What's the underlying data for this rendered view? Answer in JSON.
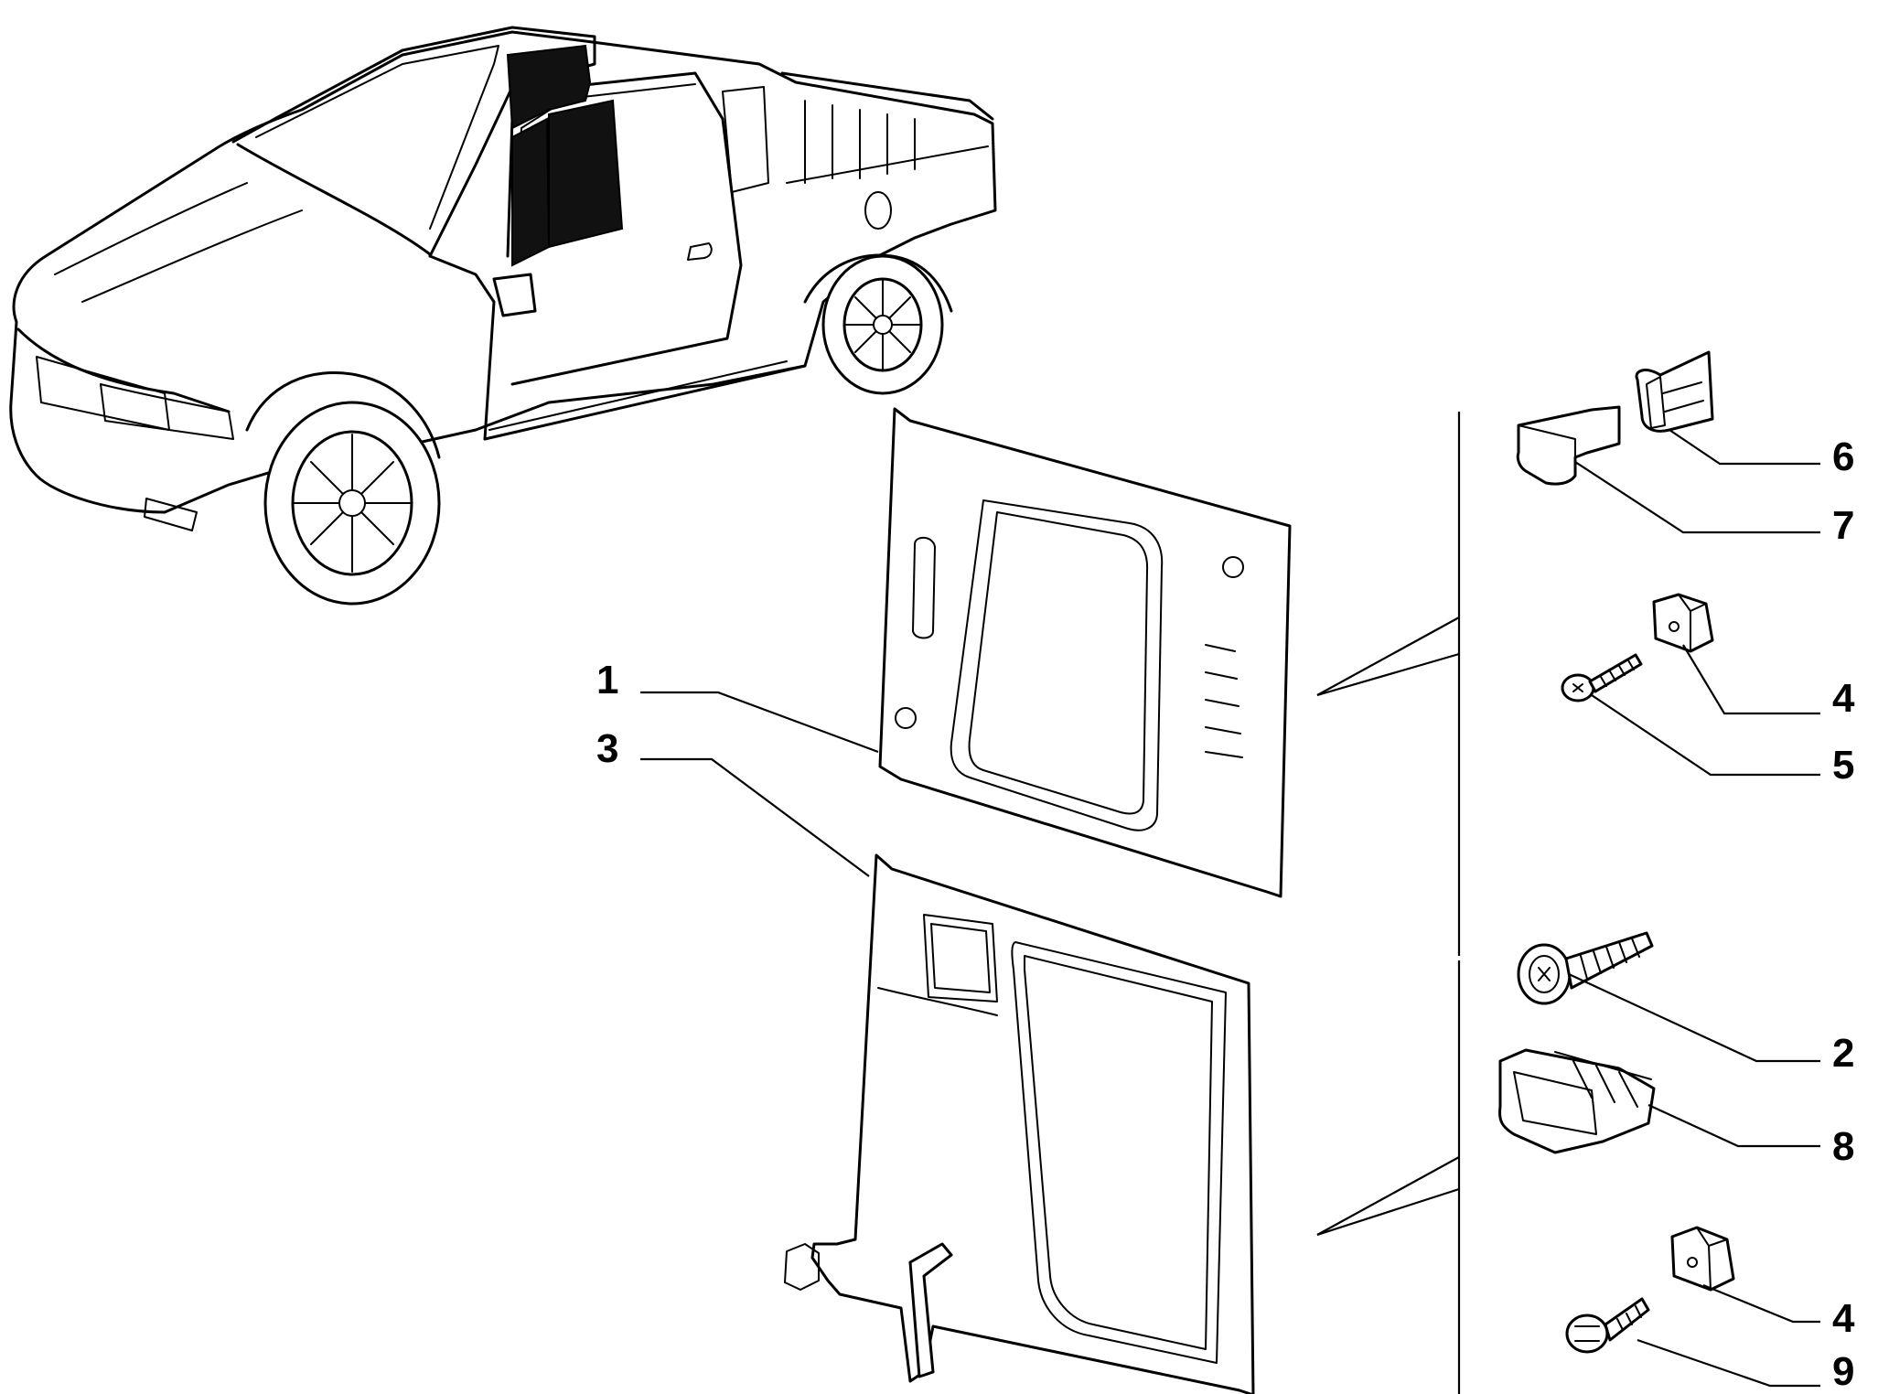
{
  "callouts": {
    "c1": "1",
    "c3": "3",
    "c6": "6",
    "c7": "7",
    "c4a": "4",
    "c5": "5",
    "c2": "2",
    "c8": "8",
    "c4b": "4",
    "c9": "9"
  }
}
